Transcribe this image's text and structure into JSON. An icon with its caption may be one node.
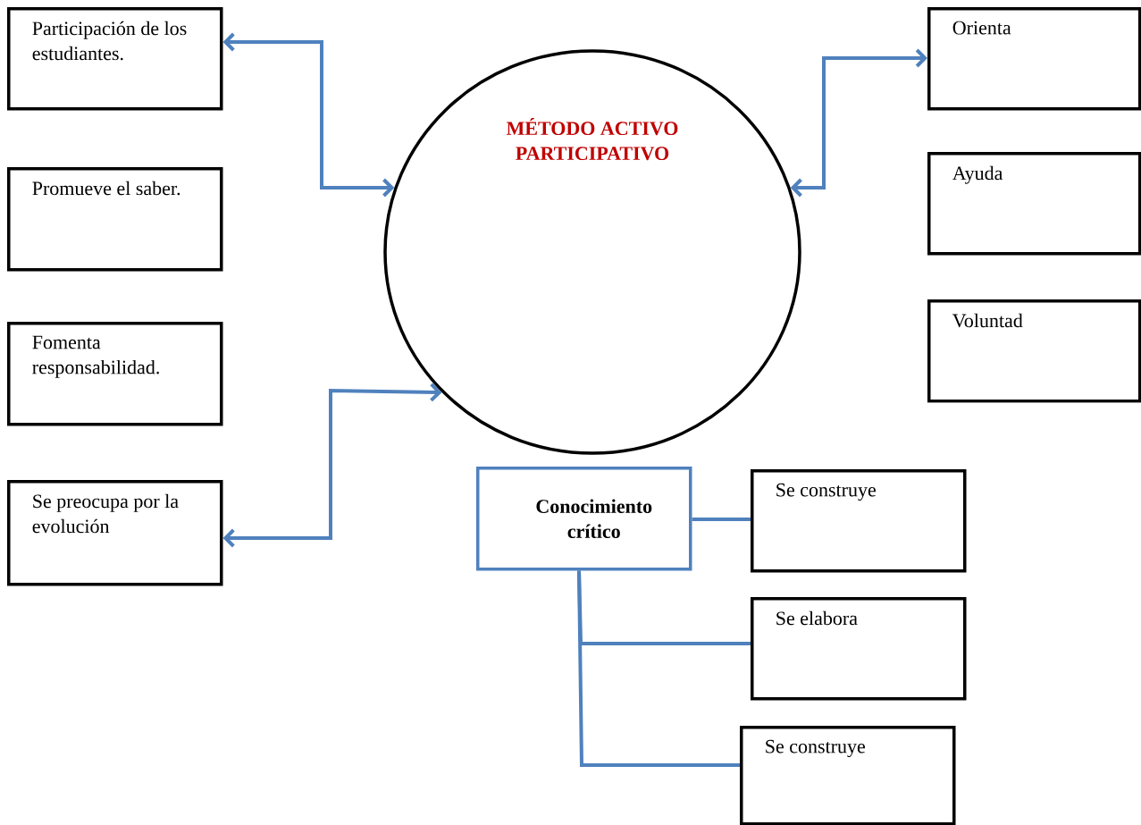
{
  "diagram": {
    "nodes": [
      {
        "text": [
          "Participación de los estudiantes."
        ]
      },
      {
        "text": [
          "Promueve el saber."
        ]
      },
      {
        "text": [
          "Fomenta responsabilidad."
        ]
      },
      {
        "text": [
          "Se preocupa por la evolución"
        ]
      },
      {
        "text": [
          "MÉTODO ACTIVO PARTICIPATIVO"
        ]
      },
      {
        "text": [
          "Orienta"
        ]
      },
      {
        "text": [
          "Ayuda"
        ]
      },
      {
        "text": [
          "Voluntad"
        ]
      },
      {
        "text": [
          "Conocimiento crítico"
        ]
      },
      {
        "text": [
          "Se construye"
        ]
      },
      {
        "text": [
          "Se elabora"
        ]
      },
      {
        "text": [
          "Se construye"
        ]
      }
    ],
    "edges": [
      {
        "from": 0,
        "to": 4,
        "arrow": "both"
      },
      {
        "from": 4,
        "to": 5,
        "arrow": "both"
      },
      {
        "from": 3,
        "to": 4,
        "arrow": "both"
      },
      {
        "from": 8,
        "to": 9,
        "arrow": "none"
      },
      {
        "from": 8,
        "to": 10,
        "arrow": "none"
      },
      {
        "from": 8,
        "to": 11,
        "arrow": "none"
      }
    ]
  }
}
